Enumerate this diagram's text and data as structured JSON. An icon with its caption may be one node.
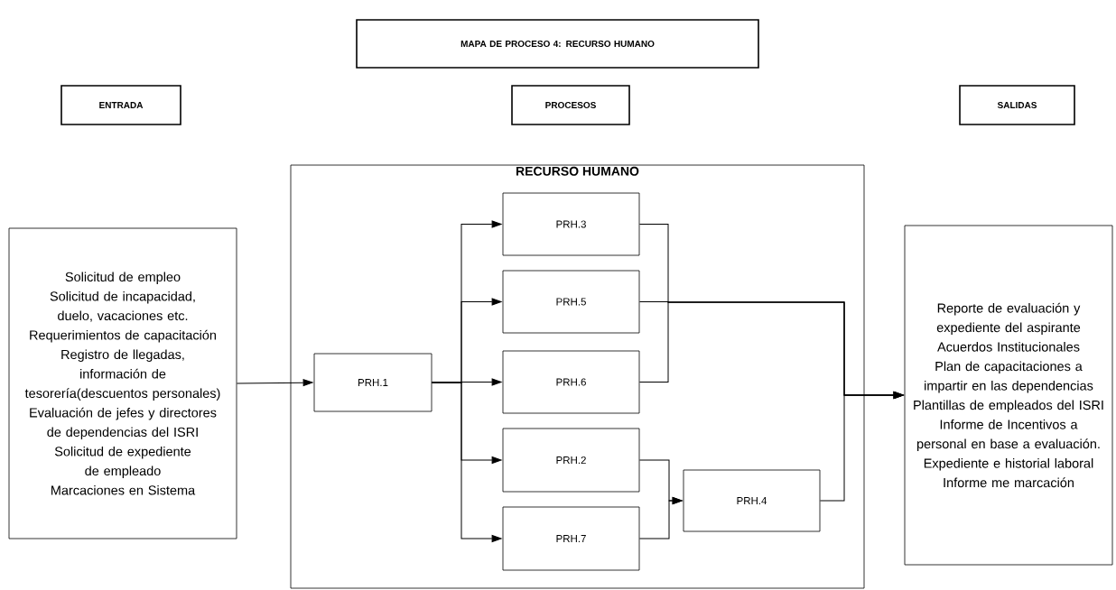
{
  "diagram": {
    "nodes": [
      {
        "text": [
          "MAPA DE PROCESO 4: RECURSO HUMANO"
        ]
      },
      {
        "text": [
          "ENTRADA"
        ]
      },
      {
        "text": [
          "PROCESOS"
        ]
      },
      {
        "text": [
          "SALIDAS"
        ]
      },
      {
        "text": [
          "Solicitud de empleo",
          "Solicitud de incapacidad, duelo, vacaciones etc.",
          "Requerimientos de capacitación",
          "Registro de llegadas, información de tesorería(descuentos personales)",
          "Evaluación de jefes y directores de dependencias del ISRI",
          "Solicitud de expediente de empleado",
          "Marcaciones en Sistema"
        ]
      },
      {
        "text": [
          "RECURSO HUMANO"
        ]
      },
      {
        "text": [
          "PRH.1"
        ],
        "in": 5
      },
      {
        "text": [
          "PRH.3"
        ],
        "in": 5
      },
      {
        "text": [
          "PRH.5"
        ],
        "in": 5
      },
      {
        "text": [
          "PRH.6"
        ],
        "in": 5
      },
      {
        "text": [
          "PRH.2"
        ],
        "in": 5
      },
      {
        "text": [
          "PRH.7"
        ],
        "in": 5
      },
      {
        "text": [
          "PRH.4"
        ],
        "in": 5
      },
      {
        "text": [
          "Reporte de evaluación y expediente del aspirante",
          "Acuerdos Institucionales",
          "Plan de capacitaciones a impartir en las dependencias",
          "Plantillas de empleados del ISRI",
          "Informe de Incentivos a personal en base a evaluación.",
          "Expediente e historial laboral",
          "Informe me marcación"
        ]
      }
    ],
    "edges": [
      {
        "from": 4,
        "to": 6,
        "arrow": "to"
      },
      {
        "from": 6,
        "to": 7,
        "arrow": "to"
      },
      {
        "from": 6,
        "to": 8,
        "arrow": "to"
      },
      {
        "from": 6,
        "to": 9,
        "arrow": "to"
      },
      {
        "from": 6,
        "to": 10,
        "arrow": "to"
      },
      {
        "from": 6,
        "to": 11,
        "arrow": "to"
      },
      {
        "from": 7,
        "to": 13,
        "arrow": "to"
      },
      {
        "from": 8,
        "to": 13,
        "arrow": "to"
      },
      {
        "from": 9,
        "to": 13,
        "arrow": "to"
      },
      {
        "from": 10,
        "to": 12,
        "arrow": "to"
      },
      {
        "from": 11,
        "to": 12,
        "arrow": "to"
      },
      {
        "from": 12,
        "to": 13,
        "arrow": "to"
      }
    ]
  }
}
